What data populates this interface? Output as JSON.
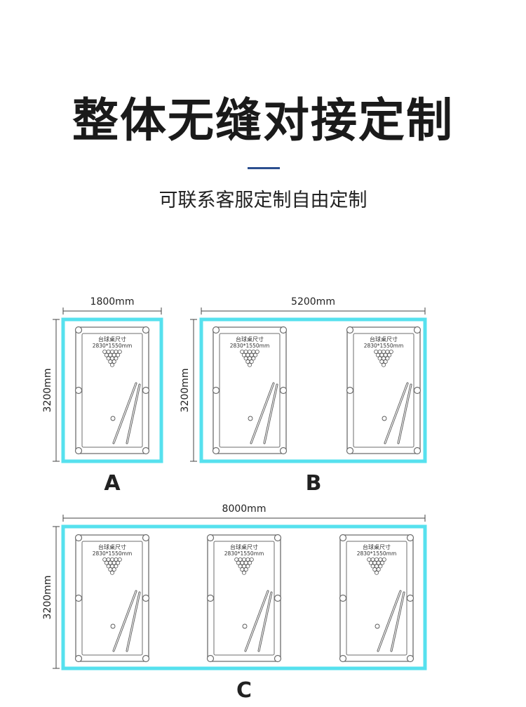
{
  "header": {
    "title": "整体无缝对接定制",
    "subtitle": "可联系客服定制自由定制"
  },
  "colors": {
    "accent_divider": "#2b4f8f",
    "frame": "#56e1ee",
    "outline": "#6d6d6d",
    "dim_line": "#444444"
  },
  "table_label": {
    "line1": "台球桌尺寸",
    "line2": "2830*1550mm"
  },
  "layouts": [
    {
      "id": "A",
      "label": "A",
      "width_label": "1800mm",
      "height_label": "3200mm",
      "tables": 1
    },
    {
      "id": "B",
      "label": "B",
      "width_label": "5200mm",
      "height_label": "3200mm",
      "tables": 2
    },
    {
      "id": "C",
      "label": "C",
      "width_label": "8000mm",
      "height_label": "3200mm",
      "tables": 3
    }
  ]
}
